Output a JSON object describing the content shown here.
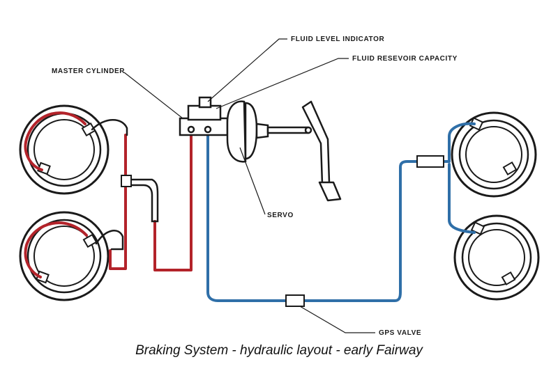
{
  "labels": {
    "fluid_level_indicator": "FLUID LEVEL INDICATOR",
    "fluid_reservoir_capacity": "FLUID RESEVOIR CAPACITY",
    "master_cylinder": "MASTER CYLINDER",
    "servo": "SERVO",
    "gps_valve": "GPS VALVE"
  },
  "caption": "Braking System - hydraulic layout - early Fairway",
  "colors": {
    "red_circuit": "#b3232a",
    "blue_circuit": "#2f6fa8",
    "outline": "#1a1a1a"
  }
}
